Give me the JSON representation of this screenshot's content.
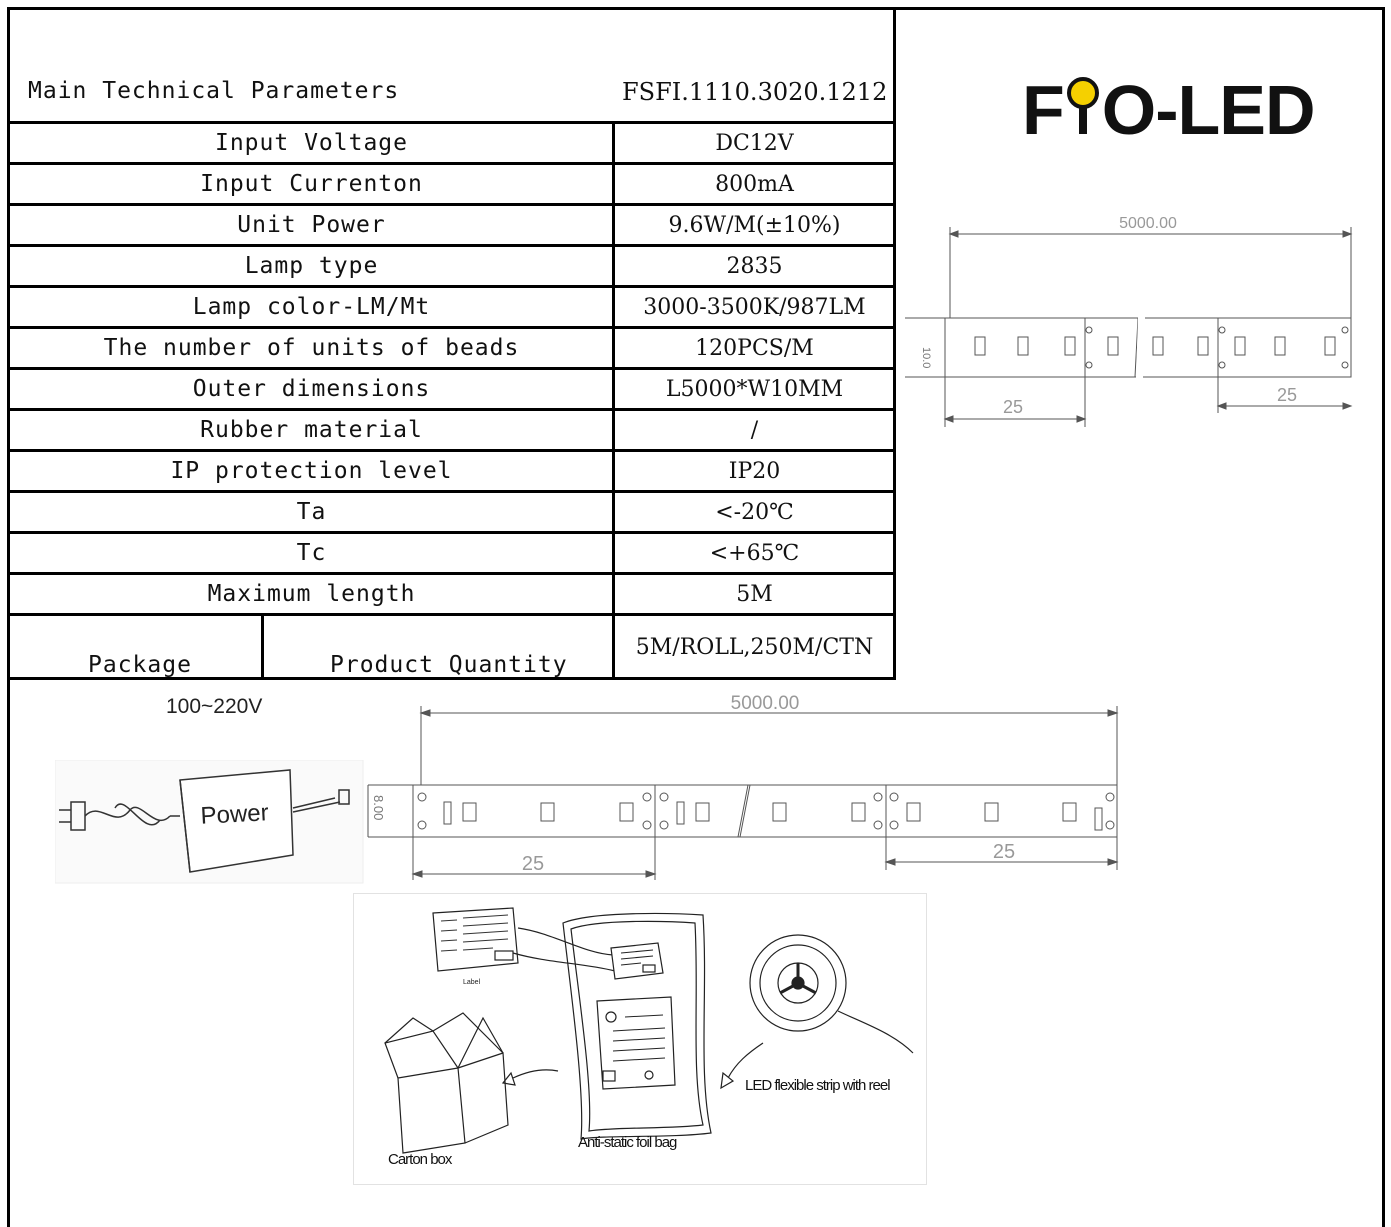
{
  "header": {
    "title": "Main Technical Parameters",
    "model": "FSFI.1110.3020.1212"
  },
  "specs": [
    {
      "label": "Input Voltage",
      "value": "DC12V"
    },
    {
      "label": "Input Currenton",
      "value": "800mA"
    },
    {
      "label": "Unit Power",
      "value": "9.6W/M(±10%)"
    },
    {
      "label": "Lamp type",
      "value": "2835"
    },
    {
      "label": "Lamp color-LM/Mt",
      "value": "3000-3500K/987LM"
    },
    {
      "label": "The number of units of beads",
      "value": "120PCS/M"
    },
    {
      "label": "Outer dimensions",
      "value": "L5000*W10MM"
    },
    {
      "label": "Rubber material",
      "value": "/"
    },
    {
      "label": "IP protection level",
      "value": "IP20"
    },
    {
      "label": "Ta",
      "value": "<-20℃"
    },
    {
      "label": "Tc",
      "value": "<+65℃"
    },
    {
      "label": "Maximum length",
      "value": "5M"
    }
  ],
  "package": {
    "label": "Package",
    "sublabel": "Product Quantity",
    "value": "5M/ROLL,250M/CTN"
  },
  "logo": {
    "text_left": "F",
    "text_right": "O-LED",
    "accent_color": "#f5d000"
  },
  "drawing_top": {
    "length": "5000.00",
    "segment_left": "25",
    "segment_right": "25",
    "width": "10.0"
  },
  "drawing_bottom": {
    "length": "5000.00",
    "segment_left": "25",
    "segment_right": "25",
    "width": "8.00",
    "voltage": "100~220V",
    "power_label": "Power"
  },
  "packaging_diagram": {
    "label_caption": "Label",
    "bag_caption": "Anti-static foil bag",
    "reel_caption": "LED flexible strip with reel",
    "box_caption": "Carton box"
  }
}
